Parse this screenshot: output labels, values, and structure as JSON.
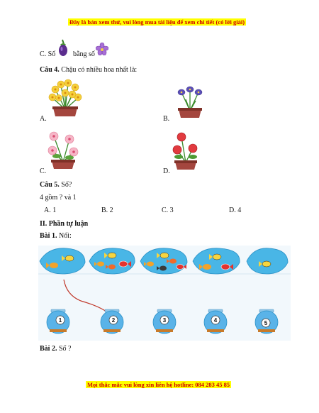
{
  "header_banner": "Đây là bản xem thử, vui lòng mua tài liệu để xem chi tiết (có lời giải)",
  "q3_option_c": {
    "prefix": "C. Số",
    "middle": "bằng số"
  },
  "q4": {
    "label": "Câu 4.",
    "text": "Chậu có nhiều hoa nhất là:",
    "options": [
      "A.",
      "B.",
      "C.",
      "D."
    ]
  },
  "q5": {
    "label": "Câu 5.",
    "text": "Số?",
    "prompt": "4 gồm ? và 1",
    "options": [
      "A. 1",
      "B. 2",
      "C. 3",
      "D. 4"
    ]
  },
  "section2": {
    "title": "II. Phần tự luận"
  },
  "bai1": {
    "label": "Bài 1.",
    "text": "Nối:",
    "bowls": [
      "1",
      "2",
      "3",
      "4",
      "5"
    ]
  },
  "bai2": {
    "label": "Bài 2.",
    "text": "Số ?"
  },
  "footer_banner": "Mọi thắc mắc vui lòng xin liên hệ hotline: 084 283 45 85",
  "colors": {
    "banner_bg": "#ffff00",
    "banner_text": "#d10000",
    "pond": "#49b6e6"
  }
}
